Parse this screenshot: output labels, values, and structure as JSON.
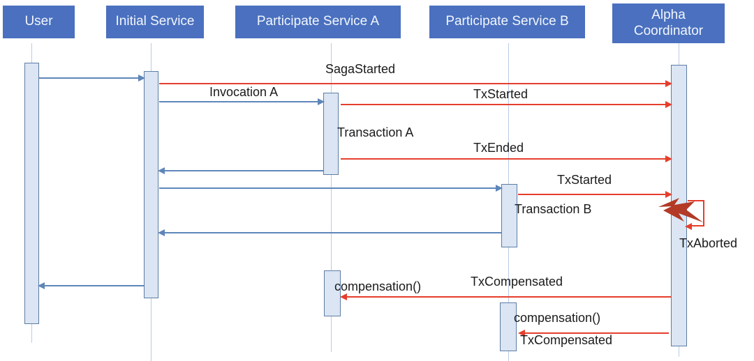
{
  "diagram": {
    "type": "sequence-diagram",
    "actors": [
      {
        "label": "User"
      },
      {
        "label": "Initial Service"
      },
      {
        "label": "Participate Service A"
      },
      {
        "label": "Participate Service B"
      },
      {
        "label": "Alpha Coordinator"
      }
    ],
    "messages": {
      "saga_started": "SagaStarted",
      "invocation_a": "Invocation A",
      "tx_started_a": "TxStarted",
      "transaction_a": "Transaction A",
      "tx_ended": "TxEnded",
      "tx_started_b": "TxStarted",
      "transaction_b": "Transaction B",
      "tx_aborted": "TxAborted",
      "compensation_a": "compensation()",
      "tx_compensated_a": "TxCompensated",
      "compensation_b": "compensation()",
      "tx_compensated_b": "TxCompensated"
    },
    "colors": {
      "actor-fill": "#4a70bf",
      "actor-text": "#f2f6fc",
      "activation-fill": "#dbe5f3",
      "activation-border": "#5d7da3",
      "lifeline": "#b9cce4",
      "arrow-blue": "#5e86ba",
      "arrow-red": "#e53e2c",
      "bolt": "#b23a26",
      "label-text": "#1a1a1a"
    }
  }
}
